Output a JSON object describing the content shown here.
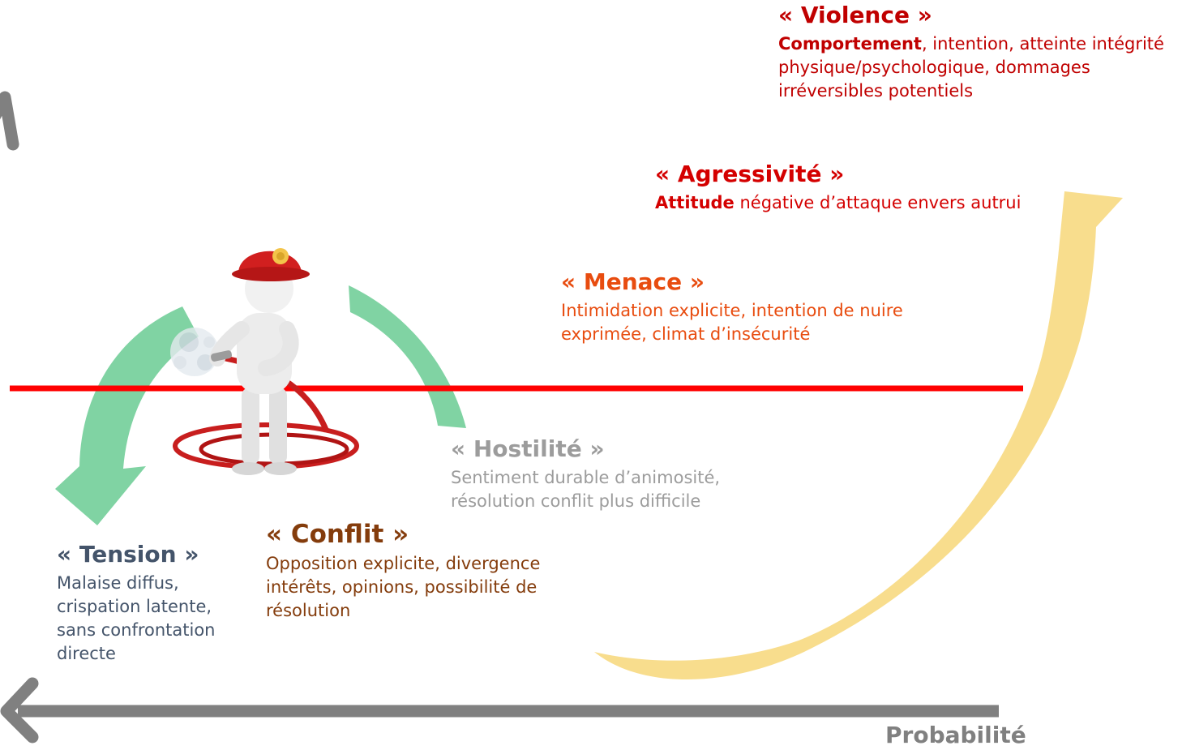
{
  "colors": {
    "violence": "#c00000",
    "agressivite": "#d40000",
    "menace": "#e84c0f",
    "hostilite": "#9c9c9c",
    "conflit": "#843c0c",
    "tension": "#44546a",
    "threshold_line": "#ff0000",
    "probability_arrow": "#808080",
    "escalation_arrow": "#f7d779",
    "deescalation_arrow": "#6fd49a"
  },
  "stages": {
    "violence": {
      "title": "« Violence »",
      "desc_bold": "Comportement",
      "desc_rest": ", intention, atteinte intégrité physique/psychologique, dommages irréversibles potentiels"
    },
    "agressivite": {
      "title": "« Agressivité »",
      "desc_bold": "Attitude",
      "desc_rest": " négative d’attaque envers autrui"
    },
    "menace": {
      "title": "« Menace »",
      "desc": "Intimidation explicite, intention de nuire exprimée, climat d’insécurité"
    },
    "hostilite": {
      "title": "« Hostilité »",
      "desc": "Sentiment durable d’animosité, résolution conflit plus difficile"
    },
    "conflit": {
      "title": "« Conflit »",
      "desc": "Opposition explicite, divergence intérêts, opinions, possibilité de résolution"
    },
    "tension": {
      "title": "« Tension »",
      "desc": "Malaise diffus, crispation latente, sans confrontation directe"
    }
  },
  "axis": {
    "probability_label": "Probabilité",
    "vertical_arrow_icon": "arrow-up-icon",
    "horizontal_arrow_icon": "arrow-left-icon"
  },
  "illustration": {
    "icon": "firefighter-with-hose-icon"
  }
}
